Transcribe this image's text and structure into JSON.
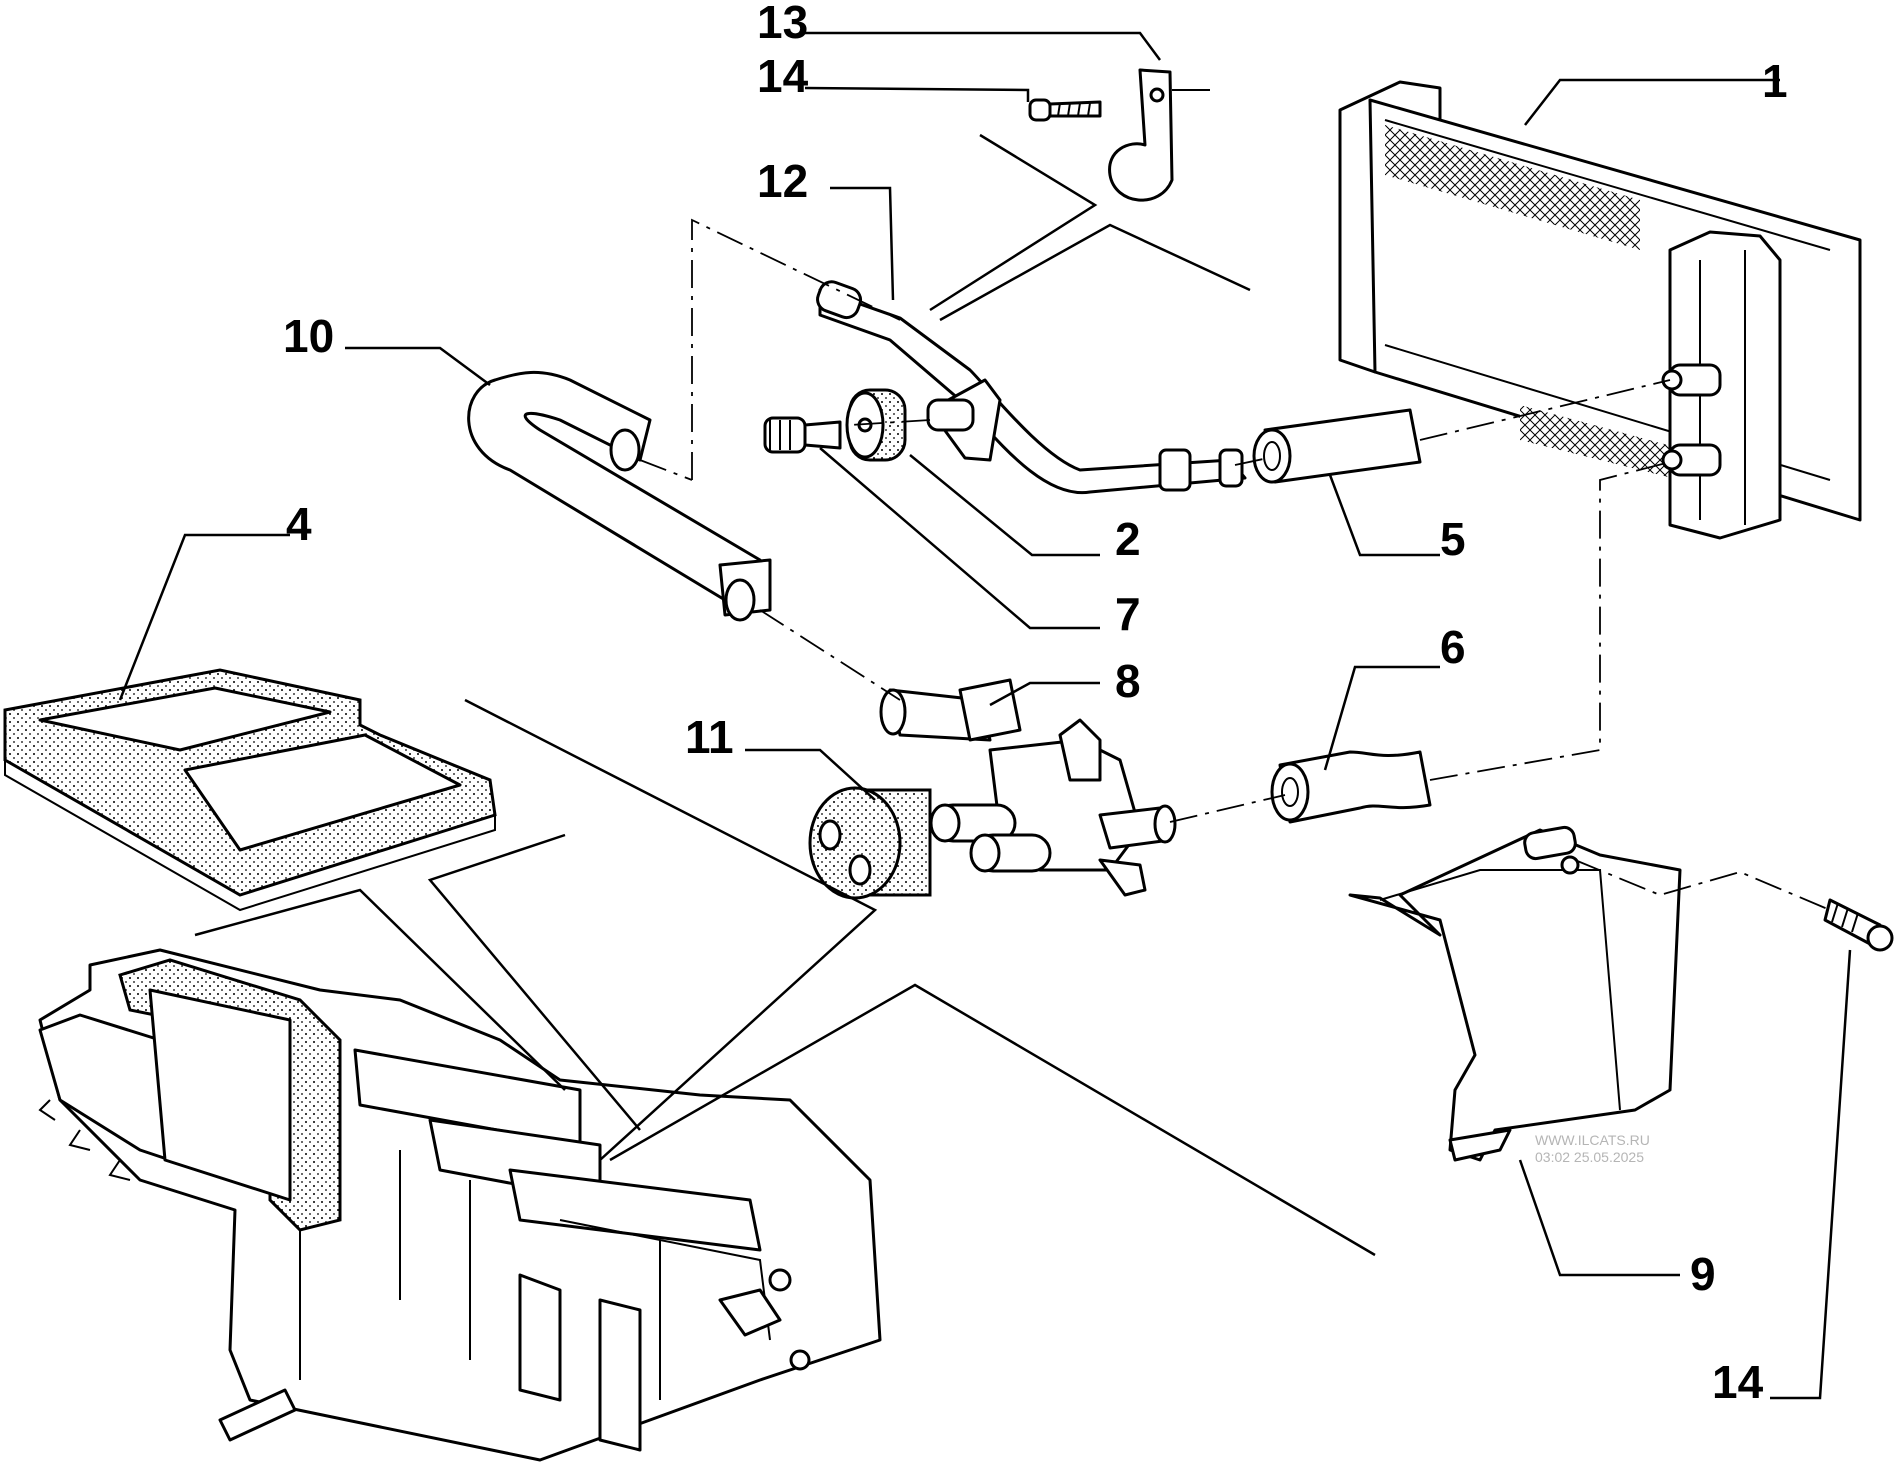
{
  "callouts": [
    {
      "id": "1",
      "label": "1"
    },
    {
      "id": "2",
      "label": "2"
    },
    {
      "id": "4",
      "label": "4"
    },
    {
      "id": "5",
      "label": "5"
    },
    {
      "id": "6",
      "label": "6"
    },
    {
      "id": "7",
      "label": "7"
    },
    {
      "id": "8",
      "label": "8"
    },
    {
      "id": "9",
      "label": "9"
    },
    {
      "id": "10",
      "label": "10"
    },
    {
      "id": "11",
      "label": "11"
    },
    {
      "id": "12",
      "label": "12"
    },
    {
      "id": "13",
      "label": "13"
    },
    {
      "id": "14a",
      "label": "14"
    },
    {
      "id": "14b",
      "label": "14"
    }
  ],
  "watermark": {
    "line1": "WWW.ILCATS.RU",
    "line2": "03:02 25.05.2025"
  }
}
